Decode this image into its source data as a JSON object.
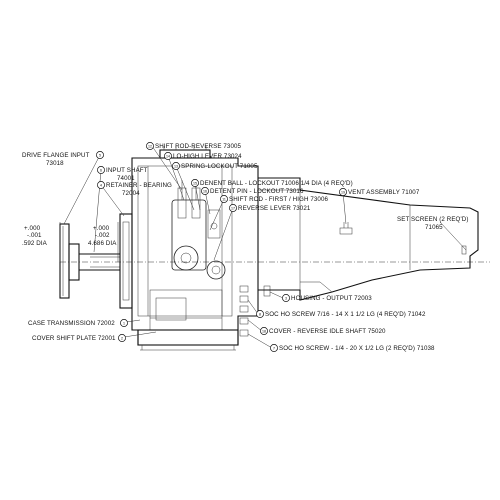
{
  "labels": {
    "drive_flange": "DRIVE FLANGE INPUT",
    "drive_flange_num": "73018",
    "input_shaft": "INPUT SHAFT",
    "input_shaft_num": "74001",
    "retainer": "RETAINER - BEARING",
    "retainer_num": "72004",
    "shift_rod_reverse": "SHIFT ROD-REVERSE  73005",
    "lo_high_lever": "LO-HIGH LEVER  73024",
    "spring_lockout": "SPRING-LOCKOUT  71005",
    "detent_ball": "DENENT BALL - LOCKOUT  71006 1/4 DIA (4 REQ'D)",
    "detent_pin": "DETENT PIN - LOCKOUT  73016",
    "shift_rod_first": "SHIFT ROD - FIRST / HIGH  73006",
    "reverse_lever": "REVERSE LEVER  73021",
    "vent_assembly": "VENT ASSEMBLY  71007",
    "set_screen": "SET SCREEN (2 REQ'D)",
    "set_screen_num": "71065",
    "dim_left_1": "+.000",
    "dim_left_2": "-.001",
    "dim_left_3": ".592 DIA",
    "dim_right_1": "+.000",
    "dim_right_2": "-.002",
    "dim_right_3": "4.686 DIA",
    "housing_output": "HOUSING - OUTPUT  72003",
    "soc_ho_screw_1": "SOC HO SCREW  7/16 - 14 X 1 1/2 LG (4 REQ'D)  71042",
    "cover_reverse": "COVER - REVERSE IDLE SHAFT  75020",
    "soc_ho_screw_2": "SOC HO SCREW - 1/4 - 20 X 1/2 LG (2 REQ'D)  71038",
    "case_transmission": "CASE TRANSMISSION  72002",
    "cover_shift_plate": "COVER SHIFT PLATE  72001"
  },
  "bubbles": {
    "b_drive": "5",
    "b_input": "6",
    "b_retainer": "4",
    "b_shift_rev": "12",
    "b_lo_high": "14",
    "b_spring": "13",
    "b_detent_ball": "15",
    "b_detent_pin": "16",
    "b_shift_first": "11",
    "b_rev_lever": "17",
    "b_vent": "19",
    "b_housing": "3",
    "b_soc1": "8",
    "b_cover_rev": "18",
    "b_soc2": "7",
    "b_case": "1",
    "b_cover_shift": "2"
  }
}
